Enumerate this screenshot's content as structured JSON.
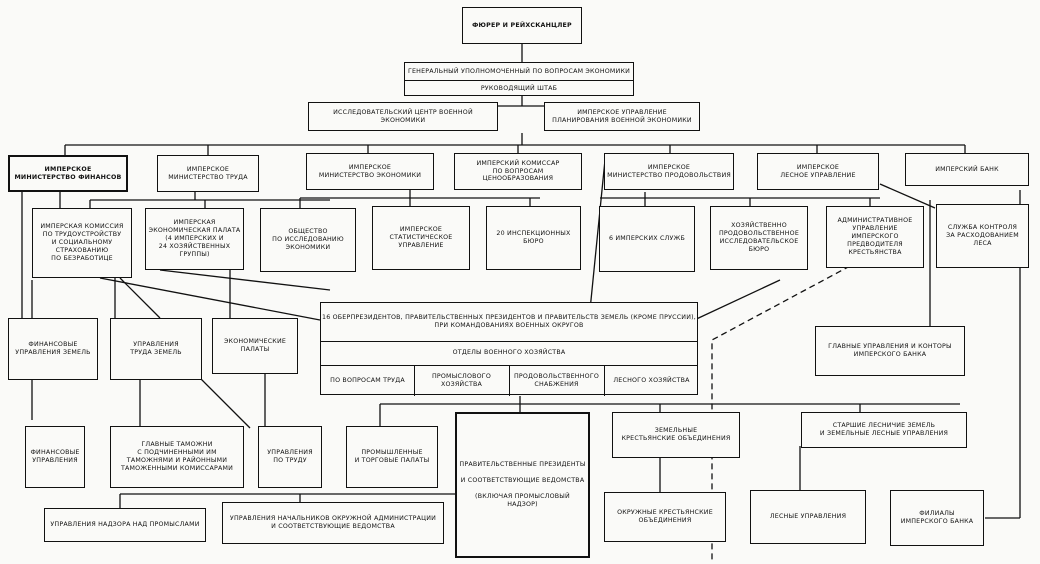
{
  "top": {
    "fuhrer": "ФЮРЕР И РЕЙХСКАНЦЛЕР",
    "plenipotentiary": "ГЕНЕРАЛЬНЫЙ УПОЛНОМОЧЕННЫЙ ПО ВОПРОСАМ ЭКОНОМИКИ",
    "staff": "РУКОВОДЯЩИЙ ШТАБ",
    "research_center": "ИССЛЕДОВАТЕЛЬСКИЙ ЦЕНТР ВОЕННОЙ ЭКОНОМИКИ",
    "planning": "ИМПЕРСКОЕ УПРАВЛЕНИЕ\nПЛАНИРОВАНИЯ ВОЕННОЙ ЭКОНОМИКИ"
  },
  "ministries": {
    "finance": "ИМПЕРСКОЕ\nМИНИСТЕРСТВО ФИНАНСОВ",
    "labor": "ИМПЕРСКОЕ\nМИНИСТЕРСТВО ТРУДА",
    "economy": "ИМПЕРСКОЕ\nМИНИСТЕРСТВО ЭКОНОМИКИ",
    "price": "ИМПЕРСКИЙ КОМИССАР\nПО ВОПРОСАМ ЦЕНООБРАЗОВАНИЯ",
    "food": "ИМПЕРСКОЕ\nМИНИСТЕРСТВО ПРОДОВОЛЬСТВИЯ",
    "forest": "ИМПЕРСКОЕ\nЛЕСНОЕ УПРАВЛЕНИЕ",
    "bank": "ИМПЕРСКИЙ БАНК"
  },
  "level3": {
    "employment": "ИМПЕРСКАЯ КОМИССИЯ\nПО ТРУДОУСТРОЙСТВУ\nИ СОЦИАЛЬНОМУ\nСТРАХОВАНИЮ\nПО БЕЗРАБОТИЦЕ",
    "econ_chamber": "ИМПЕРСКАЯ\nЭКОНОМИЧЕСКАЯ ПАЛАТА\n(4 ИМПЕРСКИХ И\n24 ХОЗЯЙСТВЕННЫХ\nГРУППЫ)",
    "society": "ОБЩЕСТВО\nПО ИССЛЕДОВАНИЮ\nЭКОНОМИКИ",
    "statistics": "ИМПЕРСКОЕ\nСТАТИСТИЧЕСКОЕ\nУПРАВЛЕНИЕ",
    "inspection": "20 ИНСПЕКЦИОННЫХ\nБЮРО",
    "services": "6 ИМПЕРСКИХ СЛУЖБ",
    "food_research": "ХОЗЯЙСТВЕННО\nПРОДОВОЛЬСТВЕННОЕ\nИССЛЕДОВАТЕЛЬСКОЕ\nБЮРО",
    "admin": "АДМИНИСТРАТИВНОЕ\nУПРАВЛЕНИЕ\nИМПЕРСКОГО\nПРЕДВОДИТЕЛЯ\nКРЕСТЬЯНСТВА",
    "forest_control": "СЛУЖБА КОНТРОЛЯ\nЗА РАСХОДОВАНИЕМ\nЛЕСА"
  },
  "central": {
    "title": "16 ОБЕРПРЕЗИДЕНТОВ, ПРАВИТЕЛЬСТВЕННЫХ ПРЕЗИДЕНТОВ И ПРАВИТЕЛЬСТВ ЗЕМЕЛЬ (КРОМЕ ПРУССИИ),\nПРИ КОМАНДОВАНИЯХ ВОЕННЫХ ОКРУГОВ",
    "departments": "ОТДЕЛЫ ВОЕННОГО ХОЗЯЙСТВА",
    "labor_issues": "ПО ВОПРОСАМ ТРУДА",
    "industrial": "ПРОМЫСЛОВОГО ХОЗЯЙСТВА",
    "food_supply": "ПРОДОВОЛЬСТВЕННОГО\nСНАБЖЕНИЯ",
    "forestry": "ЛЕСНОГО ХОЗЯЙСТВА"
  },
  "level4": {
    "land_finance": "ФИНАНСОВЫЕ\nУПРАВЛЕНИЯ ЗЕМЕЛЬ",
    "land_labor": "УПРАВЛЕНИЯ\nТРУДА ЗЕМЕЛЬ",
    "econ_chambers": "ЭКОНОМИЧЕСКИЕ\nПАЛАТЫ",
    "bank_offices": "ГЛАВНЫЕ УПРАВЛЕНИЯ И КОНТОРЫ\nИМПЕРСКОГО БАНКА"
  },
  "level5": {
    "finance_offices": "ФИНАНСОВЫЕ\nУПРАВЛЕНИЯ",
    "customs": "ГЛАВНЫЕ ТАМОЖНИ\nС ПОДЧИНЕННЫМИ ИМ\nТАМОЖНЯМИ И РАЙОННЫМИ\nТАМОЖЕННЫМИ КОМИССАРАМИ",
    "labor_offices": "УПРАВЛЕНИЯ\nПО ТРУДУ",
    "trade_chambers": "ПРОМЫШЛЕННЫЕ\nИ ТОРГОВЫЕ ПАЛАТЫ",
    "gov_presidents": "ПРАВИТЕЛЬСТВЕННЫЕ ПРЕЗИДЕНТЫ\n\nИ СООТВЕТСТВУЮЩИЕ ВЕДОМСТВА\n\n(ВКЛЮЧАЯ ПРОМЫСЛОВЫЙ НАДЗОР)",
    "peasant_assoc": "ЗЕМЕЛЬНЫЕ\nКРЕСТЬЯНСКИЕ ОБЪЕДИНЕНИЯ",
    "forest_offices": "СТАРШИЕ ЛЕСНИЧИЕ ЗЕМЕЛЬ\nИ ЗЕМЕЛЬНЫЕ ЛЕСНЫЕ УПРАВЛЕНИЯ"
  },
  "level6": {
    "trade_supervision": "УПРАВЛЕНИЯ НАДЗОРА НАД ПРОМЫСЛАМИ",
    "district_admin": "УПРАВЛЕНИЯ НАЧАЛЬНИКОВ ОКРУЖНОЙ АДМИНИСТРАЦИИ\nИ СООТВЕТСТВУЮЩИЕ ВЕДОМСТВА",
    "district_peasant": "ОКРУЖНЫЕ КРЕСТЬЯНСКИЕ\nОБЪЕДИНЕНИЯ",
    "forest_mgmt": "ЛЕСНЫЕ УПРАВЛЕНИЯ",
    "bank_branches": "ФИЛИАЛЫ\nИМПЕРСКОГО БАНКА"
  }
}
